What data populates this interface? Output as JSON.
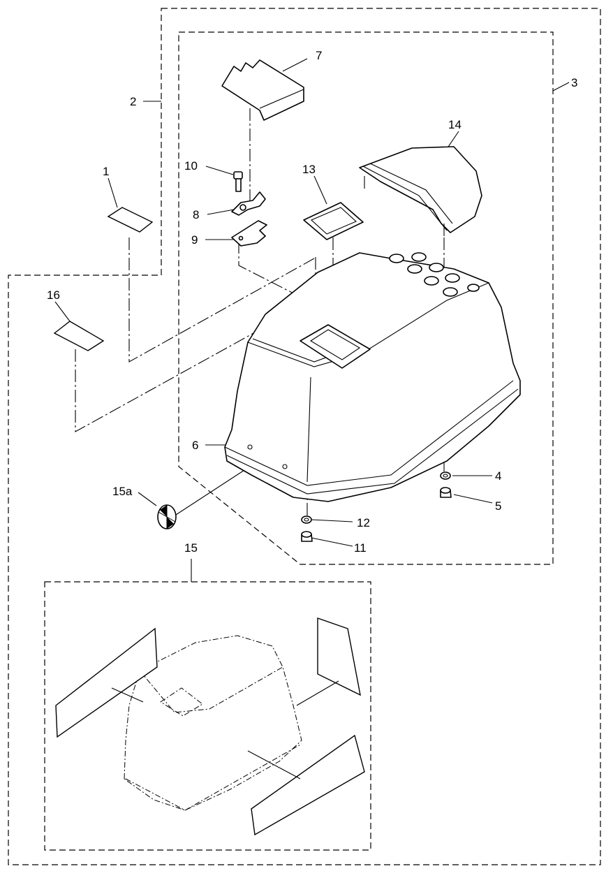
{
  "callouts": {
    "c1": "1",
    "c2": "2",
    "c3": "3",
    "c4": "4",
    "c5": "5",
    "c6": "6",
    "c7": "7",
    "c8": "8",
    "c9": "9",
    "c10": "10",
    "c11": "11",
    "c12": "12",
    "c13": "13",
    "c14": "14",
    "c15": "15",
    "c15a": "15a",
    "c16": "16"
  }
}
